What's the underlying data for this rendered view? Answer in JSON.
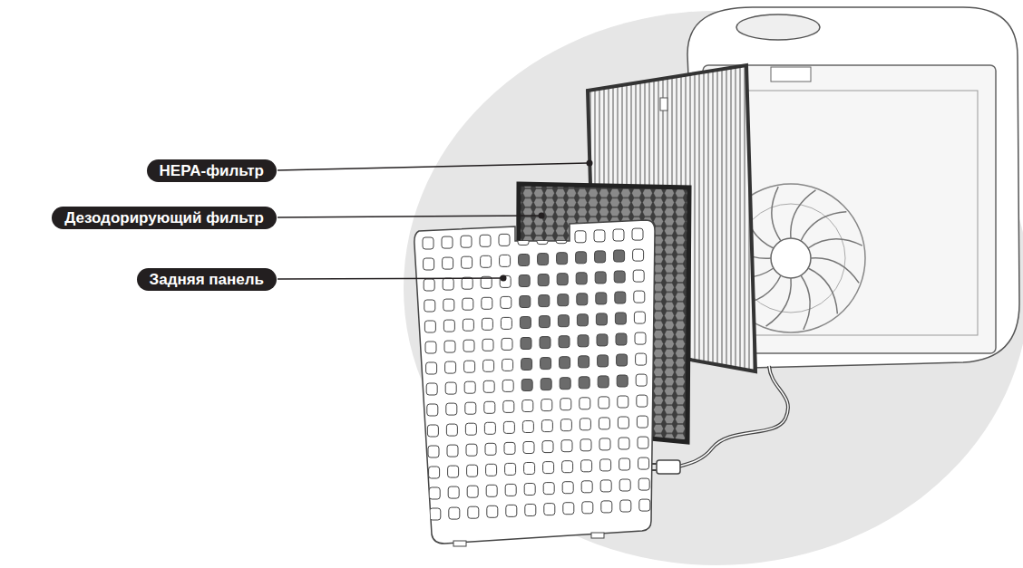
{
  "diagram": {
    "nodes": [
      {
        "text": [
          "HEPA-фильтр"
        ]
      },
      {
        "text": [
          "Дезодорирующий фильтр"
        ]
      },
      {
        "text": [
          "Задняя панель"
        ]
      }
    ]
  }
}
